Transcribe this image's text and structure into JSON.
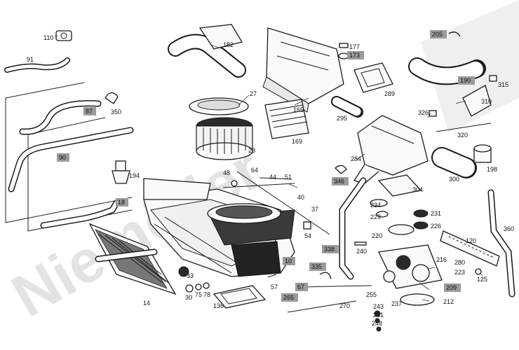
{
  "diagram": {
    "type": "exploded-parts-view",
    "watermark": "Niemöller",
    "callouts": [
      {
        "n": "110",
        "highlighted": false
      },
      {
        "n": "91",
        "highlighted": false
      },
      {
        "n": "87",
        "highlighted": true
      },
      {
        "n": "350",
        "highlighted": false
      },
      {
        "n": "90",
        "highlighted": true
      },
      {
        "n": "194",
        "highlighted": false
      },
      {
        "n": "18",
        "highlighted": true
      },
      {
        "n": "182",
        "highlighted": false
      },
      {
        "n": "27",
        "highlighted": false
      },
      {
        "n": "23",
        "highlighted": false
      },
      {
        "n": "177",
        "highlighted": false
      },
      {
        "n": "173",
        "highlighted": true
      },
      {
        "n": "165",
        "highlighted": false
      },
      {
        "n": "169",
        "highlighted": false
      },
      {
        "n": "289",
        "highlighted": false
      },
      {
        "n": "295",
        "highlighted": false
      },
      {
        "n": "205",
        "highlighted": true
      },
      {
        "n": "190",
        "highlighted": true
      },
      {
        "n": "315",
        "highlighted": false
      },
      {
        "n": "310",
        "highlighted": false
      },
      {
        "n": "326",
        "highlighted": false
      },
      {
        "n": "320",
        "highlighted": false
      },
      {
        "n": "284",
        "highlighted": false
      },
      {
        "n": "346",
        "highlighted": true
      },
      {
        "n": "300",
        "highlighted": false
      },
      {
        "n": "198",
        "highlighted": false
      },
      {
        "n": "304",
        "highlighted": false
      },
      {
        "n": "48",
        "highlighted": false
      },
      {
        "n": "64",
        "highlighted": false
      },
      {
        "n": "44",
        "highlighted": false
      },
      {
        "n": "51",
        "highlighted": false
      },
      {
        "n": "40",
        "highlighted": false
      },
      {
        "n": "37",
        "highlighted": false
      },
      {
        "n": "54",
        "highlighted": false
      },
      {
        "n": "234",
        "highlighted": false
      },
      {
        "n": "231",
        "highlighted": false
      },
      {
        "n": "229",
        "highlighted": false
      },
      {
        "n": "226",
        "highlighted": false
      },
      {
        "n": "220",
        "highlighted": false
      },
      {
        "n": "120",
        "highlighted": false
      },
      {
        "n": "360",
        "highlighted": false
      },
      {
        "n": "338",
        "highlighted": true
      },
      {
        "n": "240",
        "highlighted": false
      },
      {
        "n": "216",
        "highlighted": false
      },
      {
        "n": "280",
        "highlighted": false
      },
      {
        "n": "223",
        "highlighted": false
      },
      {
        "n": "125",
        "highlighted": false
      },
      {
        "n": "10",
        "highlighted": true
      },
      {
        "n": "335",
        "highlighted": true
      },
      {
        "n": "33",
        "highlighted": false
      },
      {
        "n": "67",
        "highlighted": true
      },
      {
        "n": "57",
        "highlighted": false
      },
      {
        "n": "30",
        "highlighted": false
      },
      {
        "n": "75",
        "highlighted": false
      },
      {
        "n": "78",
        "highlighted": false
      },
      {
        "n": "14",
        "highlighted": false
      },
      {
        "n": "136",
        "highlighted": false
      },
      {
        "n": "265",
        "highlighted": true
      },
      {
        "n": "270",
        "highlighted": false
      },
      {
        "n": "255",
        "highlighted": false
      },
      {
        "n": "209",
        "highlighted": true
      },
      {
        "n": "237",
        "highlighted": false
      },
      {
        "n": "212",
        "highlighted": false
      },
      {
        "n": "243",
        "highlighted": false
      },
      {
        "n": "251",
        "highlighted": false
      },
      {
        "n": "248",
        "highlighted": false
      }
    ]
  }
}
